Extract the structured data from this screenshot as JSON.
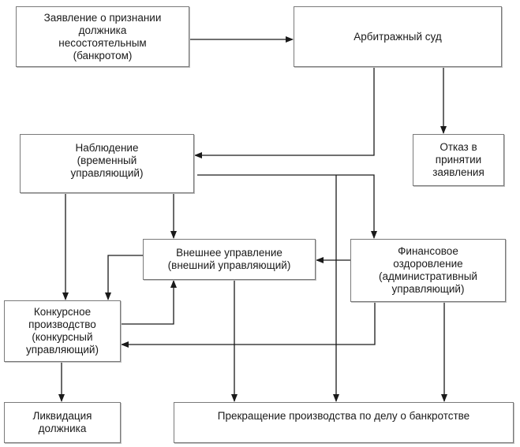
{
  "diagram": {
    "nodes": {
      "statement": "Заявление о признании\nдолжника\nнесостоятельным\n(банкротом)",
      "court": "Арбитражный суд",
      "refusal": "Отказ в\nпринятии\nзаявления",
      "observation": "Наблюдение\n(временный\nуправляющий)",
      "external": "Внешнее управление\n(внешний управляющий)",
      "recovery": "Финансовое\nоздоровление\n(административный\nуправляющий)",
      "bankrupt": "Конкурсное\nпроизводство\n(конкурсный\nуправляющий)",
      "liquidation": "Ликвидация\nдолжника",
      "termination": "Прекращение производства по делу о банкротстве"
    },
    "edges": [
      {
        "from": "statement",
        "to": "court"
      },
      {
        "from": "court",
        "to": "refusal"
      },
      {
        "from": "court",
        "to": "observation"
      },
      {
        "from": "observation",
        "to": "external"
      },
      {
        "from": "observation",
        "to": "recovery"
      },
      {
        "from": "observation",
        "to": "termination"
      },
      {
        "from": "observation",
        "to": "bankrupt"
      },
      {
        "from": "recovery",
        "to": "external"
      },
      {
        "from": "recovery",
        "to": "bankrupt"
      },
      {
        "from": "recovery",
        "to": "termination"
      },
      {
        "from": "external",
        "to": "bankrupt"
      },
      {
        "from": "external",
        "to": "termination"
      },
      {
        "from": "bankrupt",
        "to": "external"
      },
      {
        "from": "bankrupt",
        "to": "liquidation"
      }
    ],
    "line_color": "#1a1a1a",
    "border_color": "#7a7a7a"
  }
}
